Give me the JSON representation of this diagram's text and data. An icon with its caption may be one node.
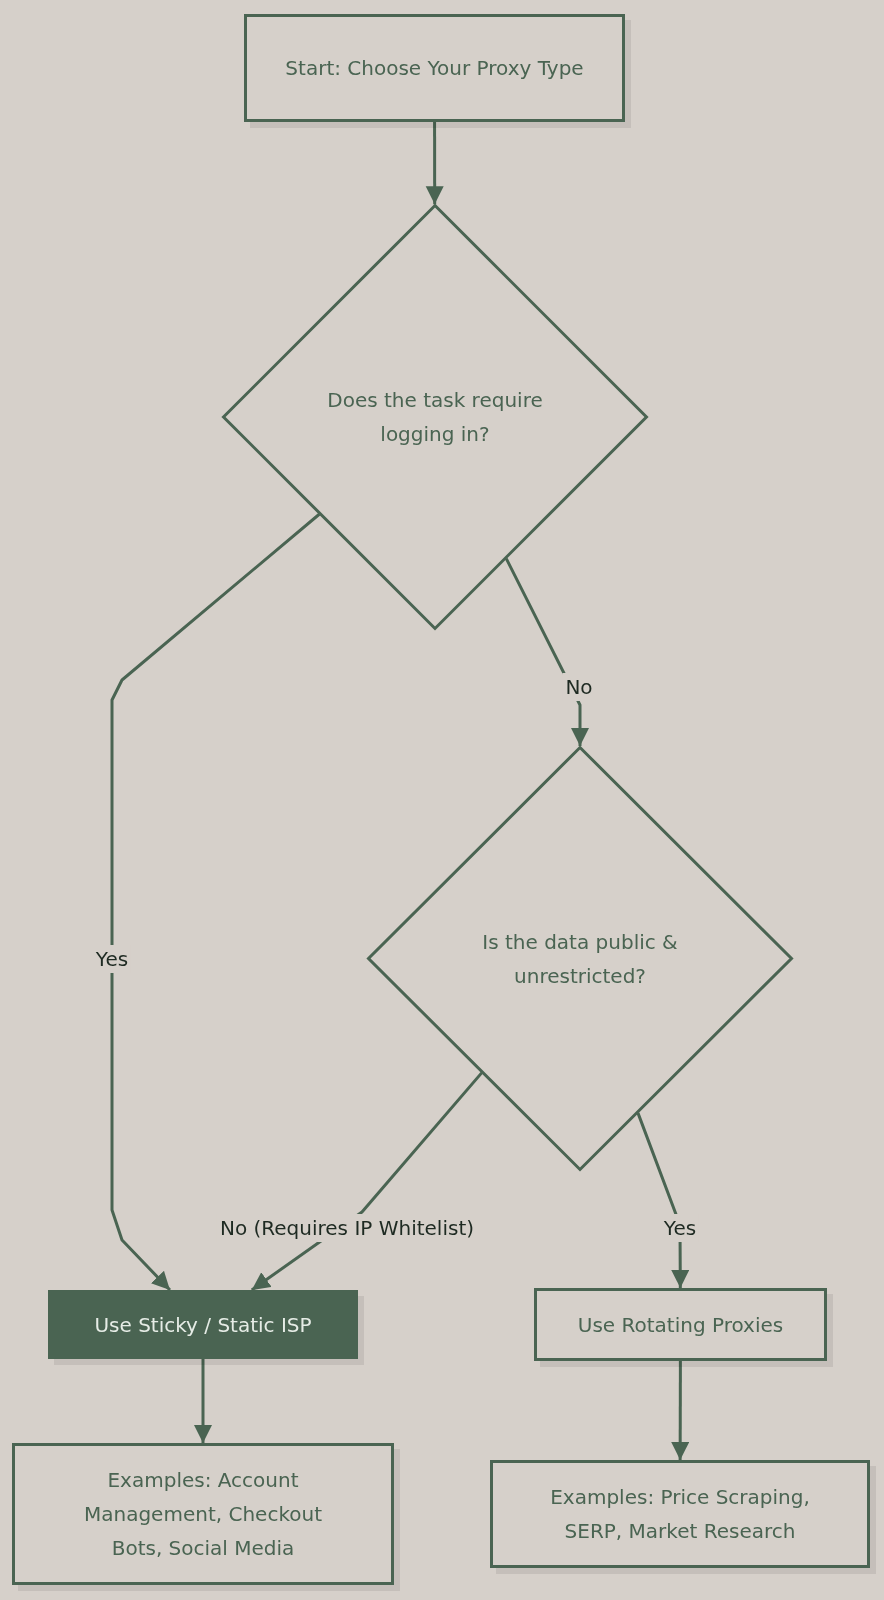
{
  "diagram": {
    "nodes": [
      {
        "text": [
          "Start: Choose Your Proxy Type"
        ]
      },
      {
        "text": [
          "Does the task require logging in?"
        ]
      },
      {
        "text": [
          "Is the data public & unrestricted?"
        ]
      },
      {
        "text": [
          "Use Sticky / Static ISP"
        ]
      },
      {
        "text": [
          "Use Rotating Proxies"
        ]
      },
      {
        "text": [
          "Examples: Account Management, Checkout Bots, Social Media"
        ]
      },
      {
        "text": [
          "Examples: Price Scraping, SERP, Market Research"
        ]
      }
    ],
    "edges": [
      {
        "from": 0,
        "to": 1,
        "arrow": "to"
      },
      {
        "from": 1,
        "to": 3,
        "arrow": "to",
        "label": "Yes"
      },
      {
        "from": 1,
        "to": 2,
        "arrow": "to",
        "label": "No"
      },
      {
        "from": 2,
        "to": 3,
        "arrow": "to",
        "label": "No (Requires IP Whitelist)"
      },
      {
        "from": 2,
        "to": 4,
        "arrow": "to",
        "label": "Yes"
      },
      {
        "from": 3,
        "to": 5,
        "arrow": "to"
      },
      {
        "from": 4,
        "to": 6,
        "arrow": "to"
      }
    ]
  }
}
